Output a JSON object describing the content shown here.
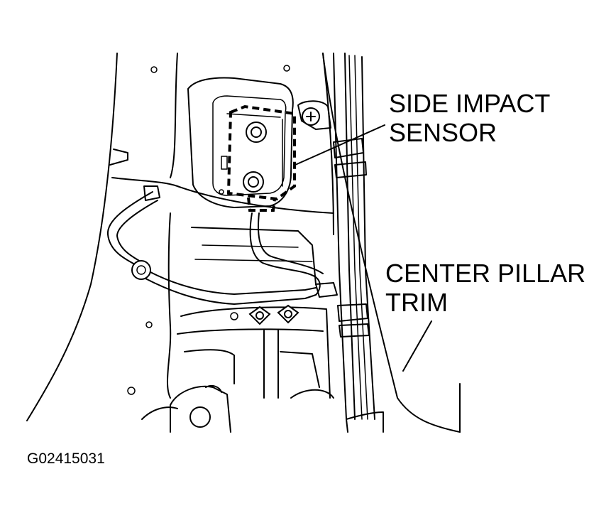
{
  "labels": {
    "side_impact_sensor": [
      "SIDE IMPACT",
      "SENSOR"
    ],
    "center_pillar_trim": [
      "CENTER PILLAR",
      "TRIM"
    ]
  },
  "figure_id": "G02415031"
}
